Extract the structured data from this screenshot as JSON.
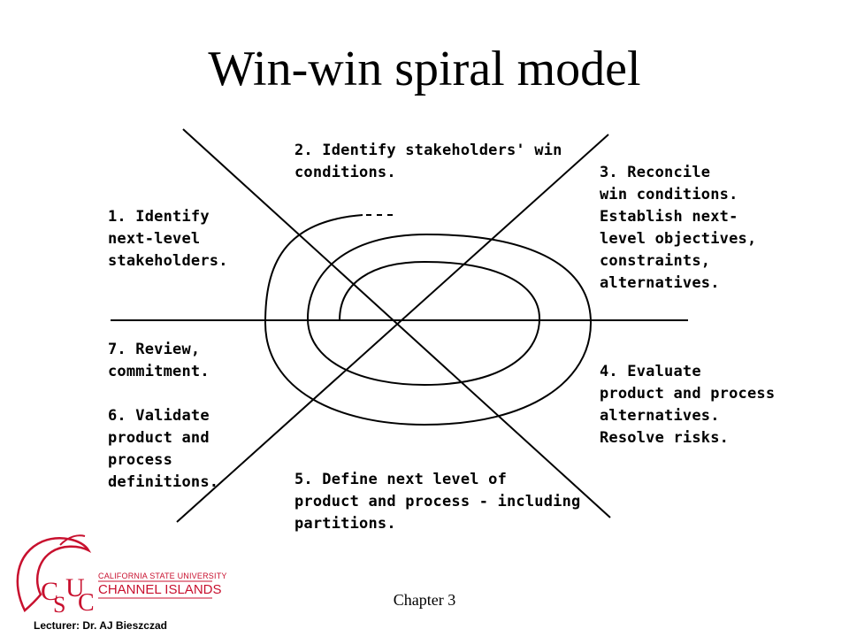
{
  "slide": {
    "title": "Win-win spiral model",
    "chapter": "Chapter 3",
    "lecturer": "Lecturer: Dr. AJ Bieszczad"
  },
  "steps": {
    "step1": "1. Identify\nnext-level\nstakeholders.",
    "step2": "2. Identify stakeholders' win\nconditions.",
    "step3": "3. Reconcile\nwin conditions.\nEstablish next-\nlevel objectives,\nconstraints,\nalternatives.",
    "step4": "4. Evaluate\nproduct and process\nalternatives.\nResolve risks.",
    "step5": "5. Define next level of\nproduct and process - including\npartitions.",
    "step6": "6. Validate\nproduct and\nprocess\ndefinitions.",
    "step7": "7. Review,\ncommitment."
  },
  "logo": {
    "line1": "CALIFORNIA STATE UNIVERSITY",
    "line2": "CHANNEL ISLANDS",
    "color": "#c8102e"
  }
}
